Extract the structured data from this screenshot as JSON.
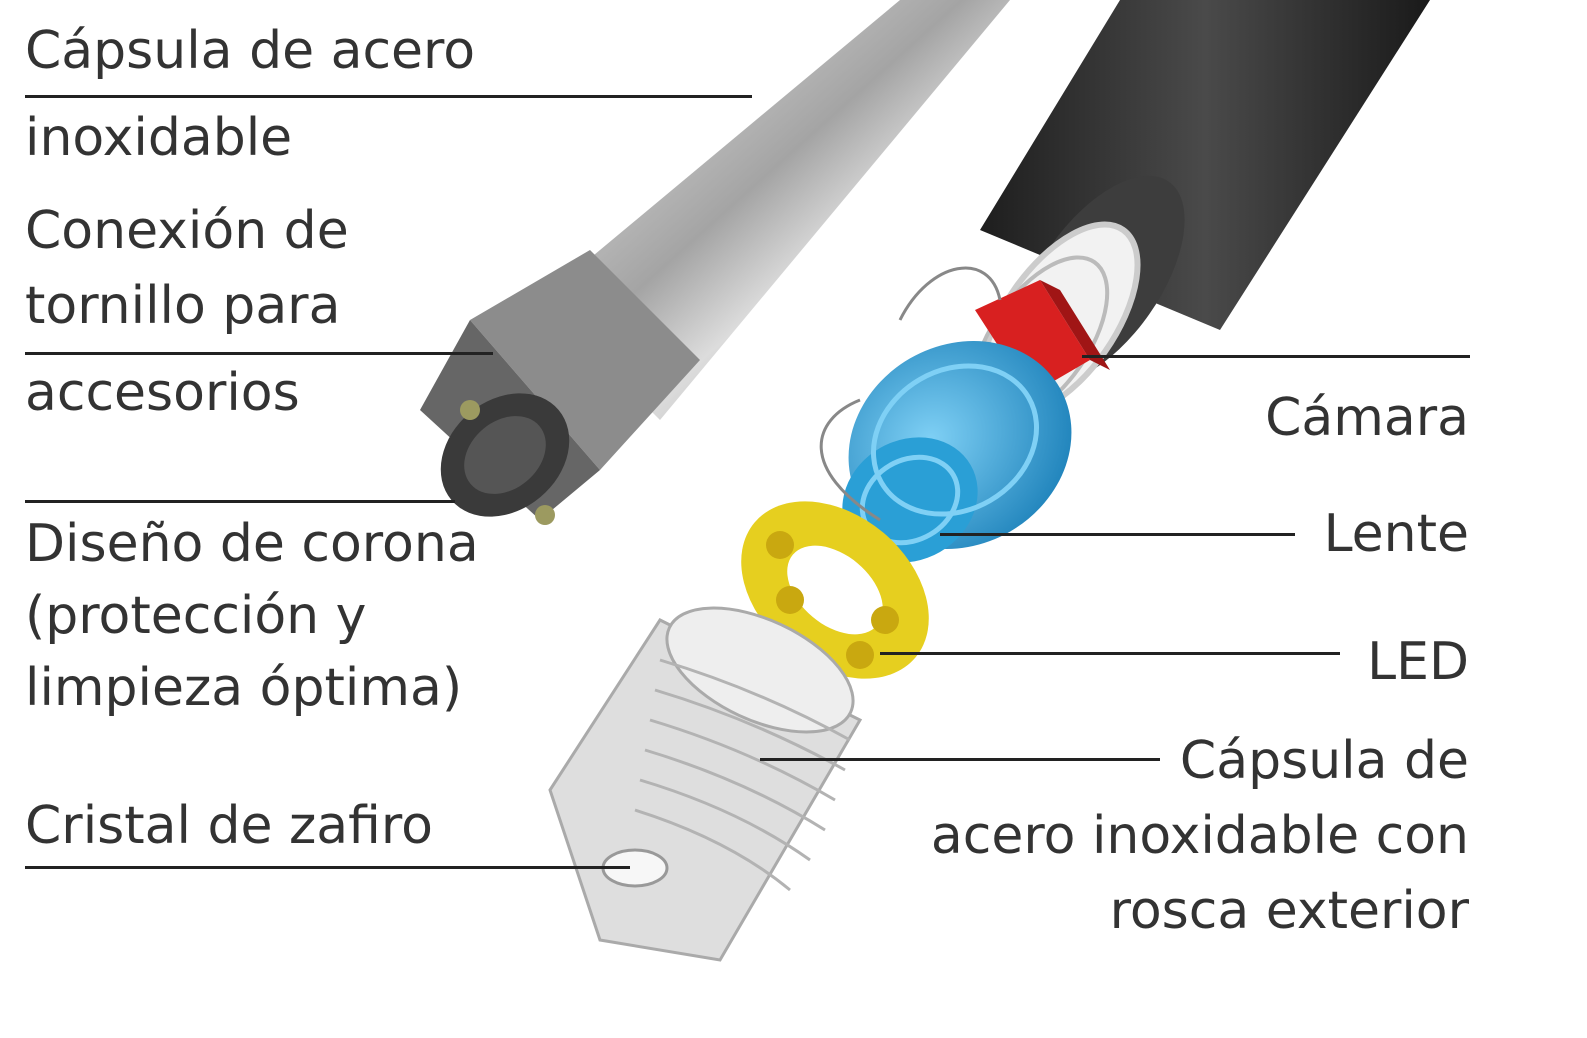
{
  "labels": {
    "left_1_line1": "Cápsula de acero",
    "left_1_line2": "inoxidable",
    "left_2_line1": "Conexión de",
    "left_2_line2": "tornillo para",
    "left_2_line3": "accesorios",
    "left_3_line1": "Diseño de corona",
    "left_3_line2": "(protección y",
    "left_3_line3": "limpieza óptima)",
    "left_4_line1": "Cristal de zafiro",
    "right_1": "Cámara",
    "right_2": "Lente",
    "right_3": "LED",
    "right_4_line1": "Cápsula de",
    "right_4_line2": "acero inoxidable con",
    "right_4_line3": "rosca exterior"
  },
  "colors": {
    "text": "#333333",
    "leader_line": "#222222",
    "cable": "#2b2b2b",
    "steel": "#b8b8b8",
    "camera": "#d82020",
    "lens": "#2a9fd6",
    "led_ring": "#e6cf1f",
    "thread_cap": "#d9d9d9"
  }
}
